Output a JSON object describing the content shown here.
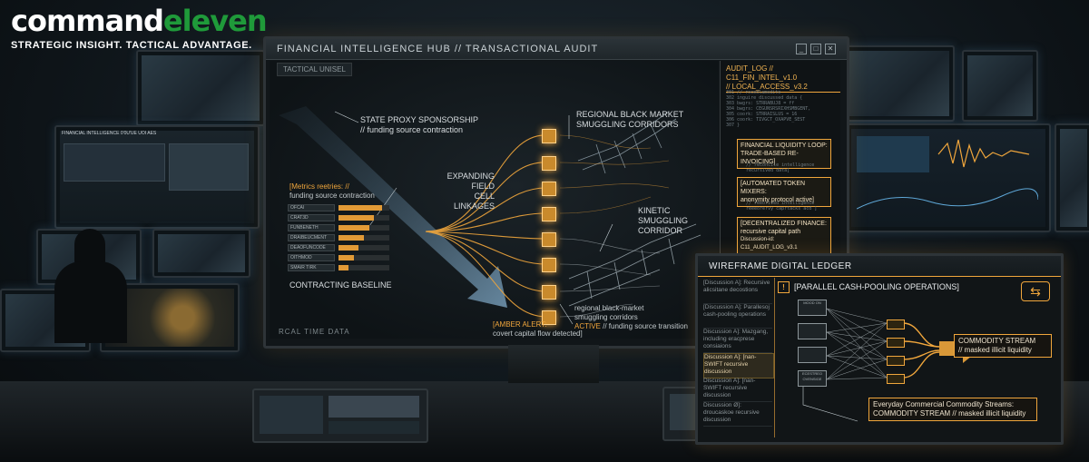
{
  "brand": {
    "name_part1": "command",
    "name_part2": "eleven",
    "tagline": "STRATEGIC INSIGHT. TACTICAL ADVANTAGE."
  },
  "colors": {
    "accent": "#f0a63c",
    "brand_green": "#1f9a3a",
    "background": "#0b1014"
  },
  "main_window": {
    "title": "FINANCIAL INTELLIGENCE HUB // TRANSACTIONAL AUDIT",
    "tab": "TACTICAL UNISEL",
    "footer": "RCAL TIME DATA",
    "controls": [
      "_",
      "□",
      "✕"
    ],
    "labels": {
      "state_proxy_1": "STATE PROXY SPONSORSHIP",
      "state_proxy_2": "// funding source contraction",
      "black_market_1": "REGIONAL BLACK MARKET",
      "black_market_2": "SMUGGLING CORRIDORS",
      "expanding_1": "EXPANDING FIELD",
      "expanding_2": "CELL LINKAGES",
      "kinetic_1": "KINETIC SMUGGLING",
      "kinetic_2": "CORRIDOR",
      "metrics_1": "[Metrics reetries: //",
      "metrics_2": "funding source contraction",
      "contracting": "CONTRACTING BASELINE",
      "amber_1": "[AMBER ALERT:",
      "amber_2": "covert capital flow detected]",
      "regional_1": "regional black-market",
      "regional_2": "smuggling corridors",
      "regional_3a": "ACTIVE",
      "regional_3b": "// funding source transition"
    },
    "metrics": [
      {
        "name": "OFCAI",
        "level": 0.85
      },
      {
        "name": "CRAT3D",
        "level": 0.7
      },
      {
        "name": "FUNBENETH",
        "level": 0.6
      },
      {
        "name": "DRAIBEUCMENT",
        "level": 0.5
      },
      {
        "name": "DEAOFUNCODE",
        "level": 0.4
      },
      {
        "name": "OITHMOD",
        "level": 0.3
      },
      {
        "name": "SMAIR TIRK",
        "level": 0.2
      }
    ]
  },
  "audit_log": {
    "header_1": "AUDIT_LOG // C11_FIN_INTEL_v1.0",
    "header_2": "// LOCAL_ACCESS_v3.2",
    "code_lines": [
      "301   // rocedlamedite",
      "302   inguire discussed data {",
      "303      bwgrs: STRRABUJ8 = ff",
      "304      bwgrs: CEGUNSRSRIXHSMBGENT,",
      "305      coork: STRRAISLUS = 16",
      "306      coork: TIVGCT_OXAPVE_SEST",
      "307   }"
    ],
    "box1_1": "FINANCIAL LIQUIDITY LOOP:",
    "box1_2": "TRADE-BASED RE-INVOICING]",
    "note1a": "// reconcile intelligence",
    "note1b": "recursived data]",
    "box2_1": "[AUTOMATED TOKEN MIXERS:",
    "box2_2": "anonymity protocol active]",
    "note2a": "// reeorived intelligence",
    "note2b": "reeeorervy caprtacks acd ]",
    "box3_1": "[DECENTRALIZED FINANCE:",
    "box3_2": "recursive capital path",
    "box3_3": "Discussion-id: C11_AUDIT_LOG_v3.1"
  },
  "ledger": {
    "title": "WIREFRAME DIGITAL LEDGER",
    "parallel": "[PARALLEL CASH-POOLING OPERATIONS]",
    "discussions": [
      "[Discussion A]: Recursive alicsitane decostions",
      "[Discussion A]: Parallesoj cash-pooling operations",
      "Discussion A]: Mazgang, including eracprese consiaions",
      "Discussion A]: [nan-SWIFT recursive discussion",
      "Discussion A]: [nan-SWIFT recursive discussion",
      "Discussion Ø]: droucaskoe recursive discussion"
    ],
    "source_nodes": [
      "MOOD ON",
      "",
      "",
      "ECESTREO OVENSIGE"
    ],
    "stream_1": "COMMODITY STREAM",
    "stream_2": "// masked illicit liquidity",
    "everyday_1": "Everyday Commercial Commodity Streams:",
    "everyday_2": "COMMODITY STREAM // masked illicit liquidity"
  },
  "wall_screens": {
    "left_title": "FINANCIAL INTELLIGENCE 0'0U'UE UOI AES"
  }
}
